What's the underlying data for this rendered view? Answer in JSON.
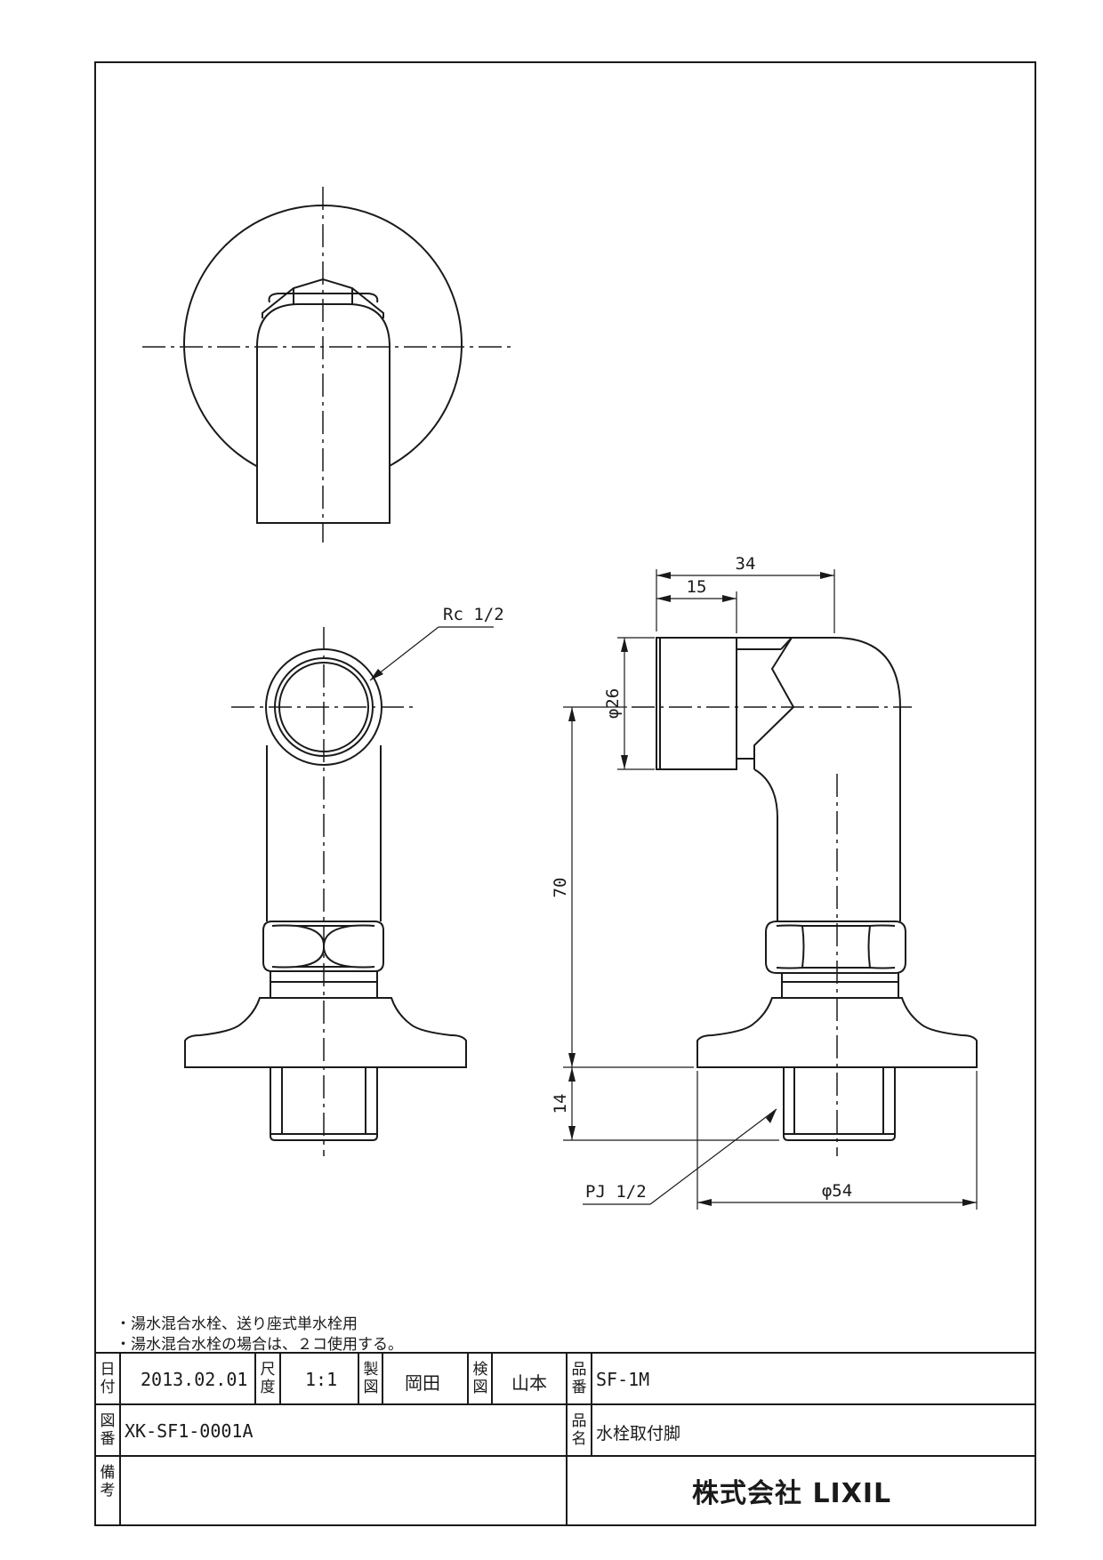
{
  "dimensions": {
    "width_34": "34",
    "width_15": "15",
    "dia_26": "φ26",
    "height_70": "70",
    "height_14": "14",
    "dia_54": "φ54"
  },
  "callouts": {
    "rc": "Rc 1/2",
    "pj": "PJ 1/2"
  },
  "notes": [
    "・湯水混合水栓、送り座式単水栓用",
    "・湯水混合水栓の場合は、２コ使用する。"
  ],
  "title_block": {
    "date_label": "日付",
    "date_value": "2013.02.01",
    "scale_label": "尺度",
    "scale_value": "1:1",
    "drawn_label": "製図",
    "drawn_value": "岡田",
    "checked_label": "検図",
    "checked_value": "山本",
    "part_no_label": "品番",
    "part_no_value": "SF-1M",
    "drawing_no_label": "図番",
    "drawing_no_value": "XK-SF1-0001A",
    "part_name_label": "品名",
    "part_name_value": "水栓取付脚",
    "remarks_label": "備考",
    "company": "株式会社 LIXIL"
  }
}
